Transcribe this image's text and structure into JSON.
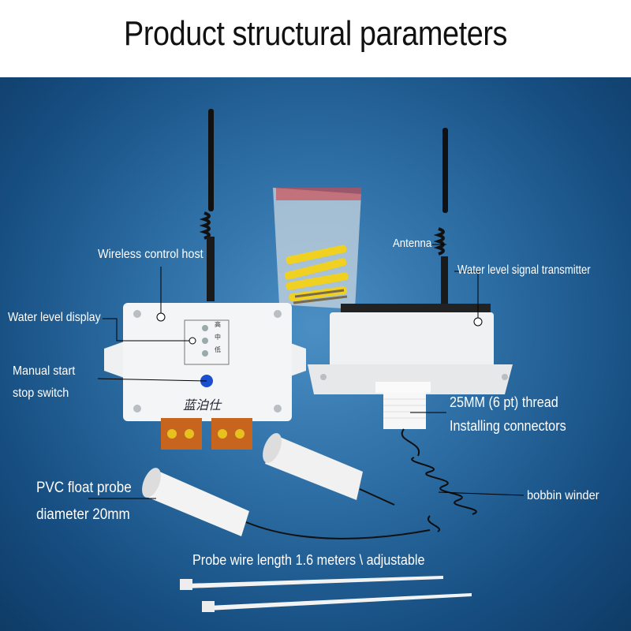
{
  "title": "Product structural parameters",
  "labels": {
    "wireless_host": "Wireless control host",
    "water_level_display": "Water level display",
    "manual_switch_line1": "Manual start",
    "manual_switch_line2": "stop switch",
    "antenna": "Antenna",
    "transmitter": "Water level signal transmitter",
    "thread_line1": "25MM (6 pt) thread",
    "thread_line2": "Installing connectors",
    "float_probe_line1": "PVC float probe",
    "float_probe_line2": "diameter 20mm",
    "bobbin": "bobbin winder",
    "probe_wire": "Probe wire length 1.6 meters \\ adjustable"
  },
  "device": {
    "brand_mark": "蓝泊仕",
    "indicator_levels": [
      "高",
      "中",
      "低"
    ]
  },
  "colors": {
    "background": "#2c6da3",
    "label_text": "#ffffff",
    "button": "#1a4fd0",
    "screws": "#e8c020"
  }
}
